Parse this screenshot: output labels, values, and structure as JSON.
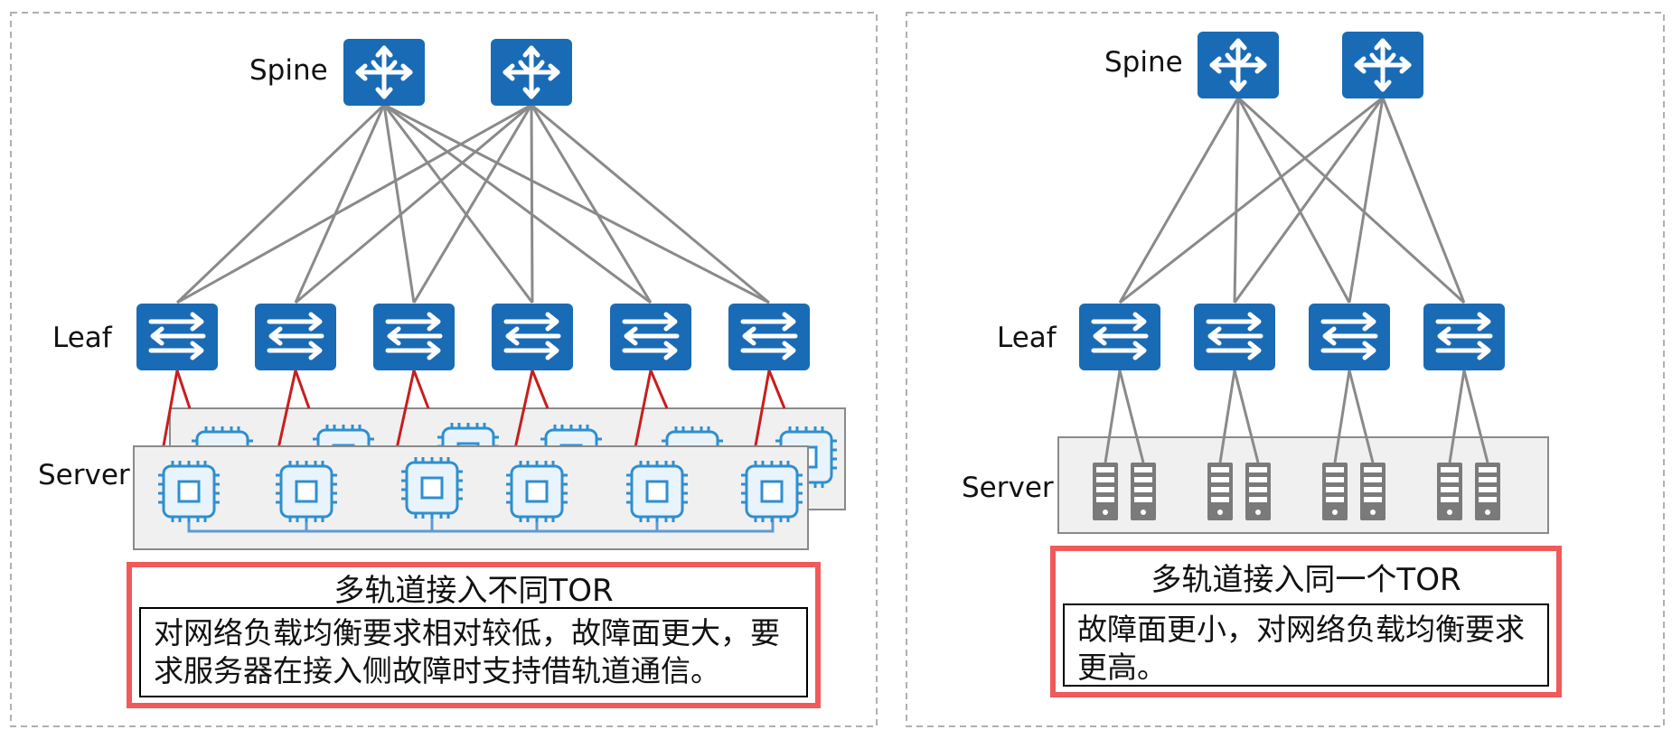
{
  "left_panel": {
    "spine_label": "Spine",
    "leaf_label": "Leaf",
    "server_label": "Server",
    "caption_title": "多轨道接入不同TOR",
    "caption_desc": "对网络负载均衡要求相对较低，故障面更大，要求服务器在接入侧故障时支持借轨道通信。"
  },
  "right_panel": {
    "spine_label": "Spine",
    "leaf_label": "Leaf",
    "server_label": "Server",
    "caption_title": "多轨道接入同一个TOR",
    "caption_desc": "故障面更小，对网络负载均衡要求更高。"
  },
  "icons": {
    "spine_switch": "router-arrows-icon",
    "leaf_switch": "switch-arrows-icon",
    "gpu_chip": "chip-icon",
    "server_unit": "server-tower-icon"
  },
  "colors": {
    "switch_fill": "#1a6bb5",
    "fabric_link": "#8a8a8a",
    "rail_link": "#c81e1e",
    "nvlink": "#5b9bd5",
    "chip": "#2f8fcf",
    "highlight_border": "#f05a5a",
    "panel_border": "#b0b0b0",
    "server_box": "#f0f0f0"
  }
}
